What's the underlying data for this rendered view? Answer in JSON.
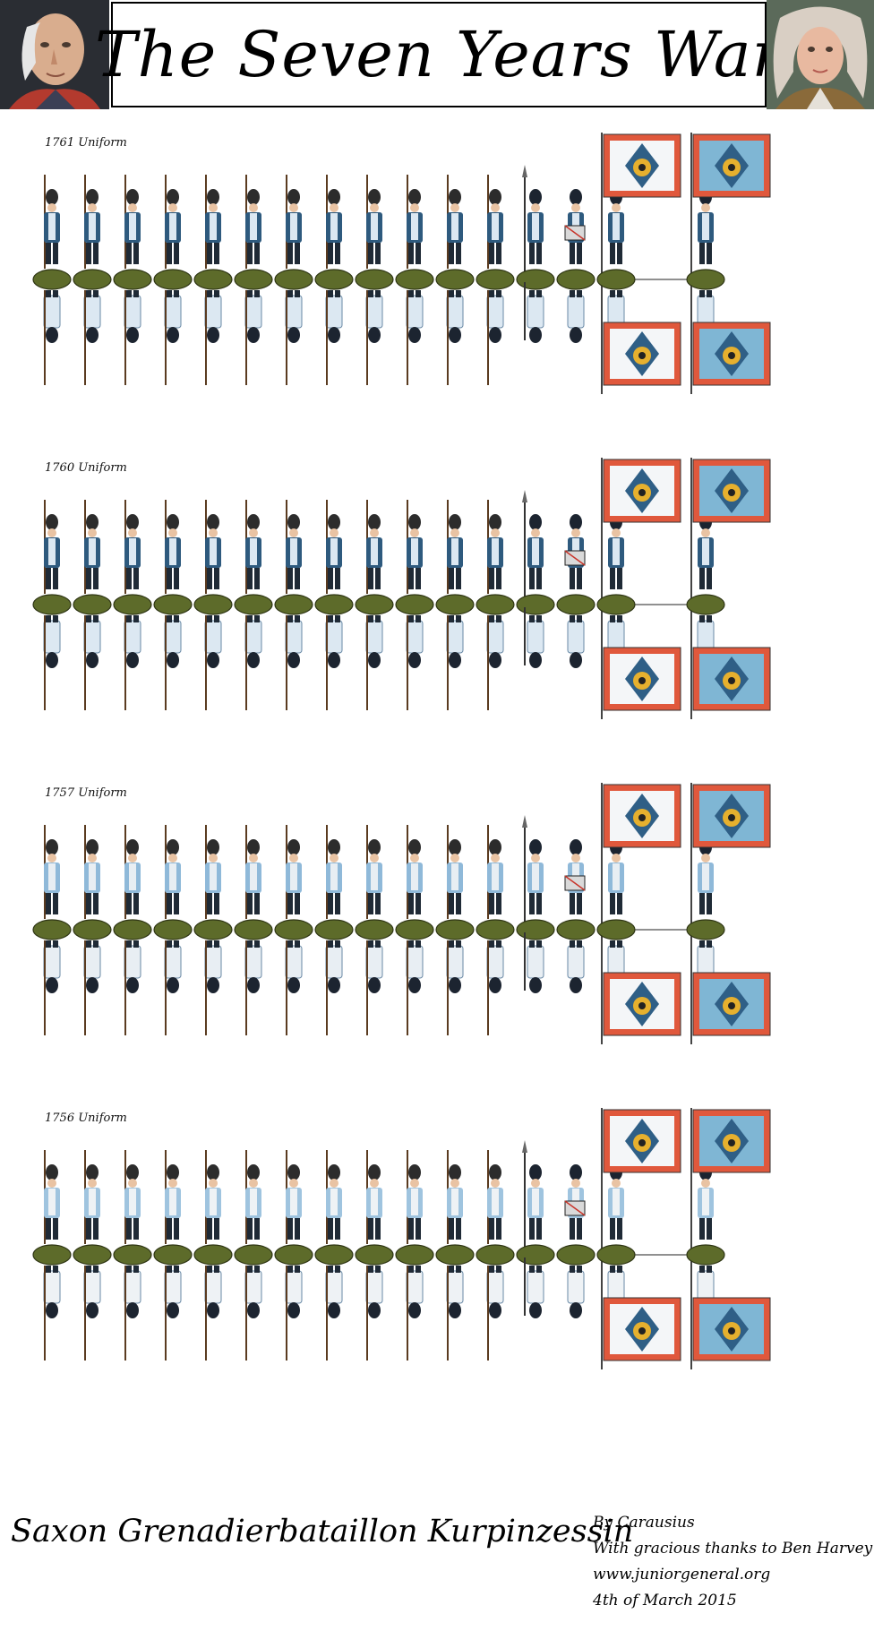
{
  "header": {
    "title": "The Seven Years War",
    "portrait_left_icon": "portrait-frederick-icon",
    "portrait_right_icon": "portrait-augustus-icon"
  },
  "sections": [
    {
      "label": "1761 Uniform",
      "coat": "#2e5a7e",
      "lapel": "#dce8f2",
      "flag_back": "#7aaed0"
    },
    {
      "label": "1760 Uniform",
      "coat": "#2e5a7e",
      "lapel": "#dce8f2",
      "flag_back": "#7aaed0"
    },
    {
      "label": "1757 Uniform",
      "coat": "#8fb9d9",
      "lapel": "#e8eef3",
      "flag_back": "#7aaed0"
    },
    {
      "label": "1756 Uniform",
      "coat": "#9fc4df",
      "lapel": "#eef2f5",
      "flag_back": "#7aaed0"
    }
  ],
  "footer": {
    "unit_name": "Saxon Grenadierbataillon Kurpinzessin",
    "credit_by": "By Carausius",
    "credit_thanks": "With gracious thanks to Ben Harvey",
    "credit_site": "www.juniorgeneral.org",
    "credit_date": "4th of March 2015"
  },
  "colors": {
    "base_green": "#5d6b2a",
    "flag_border": "#e0583c",
    "flag_field_white": "#f4f6f8",
    "flag_field_blue": "#7fb6d4",
    "cross_blue": "#2f5f86",
    "crown_gold": "#e6b02e"
  }
}
